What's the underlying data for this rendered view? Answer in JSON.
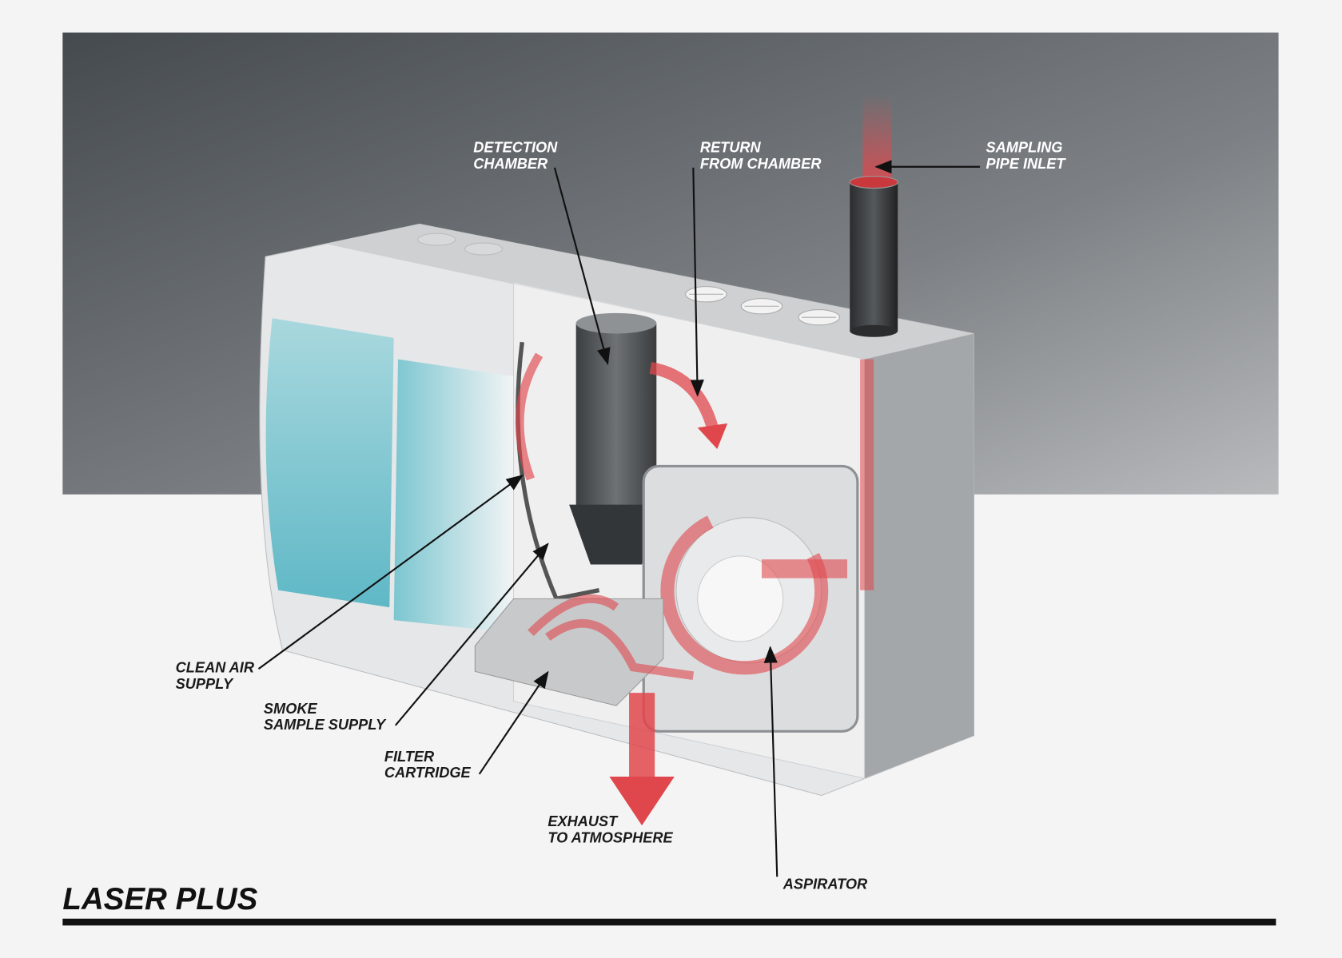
{
  "title": "LASER PLUS",
  "labels": {
    "detection_chamber": [
      "DETECTION",
      "CHAMBER"
    ],
    "return_from_chamber": [
      "RETURN",
      "FROM CHAMBER"
    ],
    "sampling_pipe_inlet": [
      "SAMPLING",
      "PIPE INLET"
    ],
    "clean_air_supply": [
      "CLEAN AIR",
      "SUPPLY"
    ],
    "smoke_sample_supply": [
      "SMOKE",
      "SAMPLE SUPPLY"
    ],
    "filter_cartridge": [
      "FILTER",
      "CARTRIDGE"
    ],
    "exhaust": [
      "EXHAUST",
      "TO ATMOSPHERE"
    ],
    "aspirator": [
      "ASPIRATOR"
    ]
  },
  "colors": {
    "airflow": "#e0474c",
    "display": "#6cc0cc",
    "backdrop_dark": "#454a4e",
    "backdrop_light": "#b4b6b8"
  }
}
